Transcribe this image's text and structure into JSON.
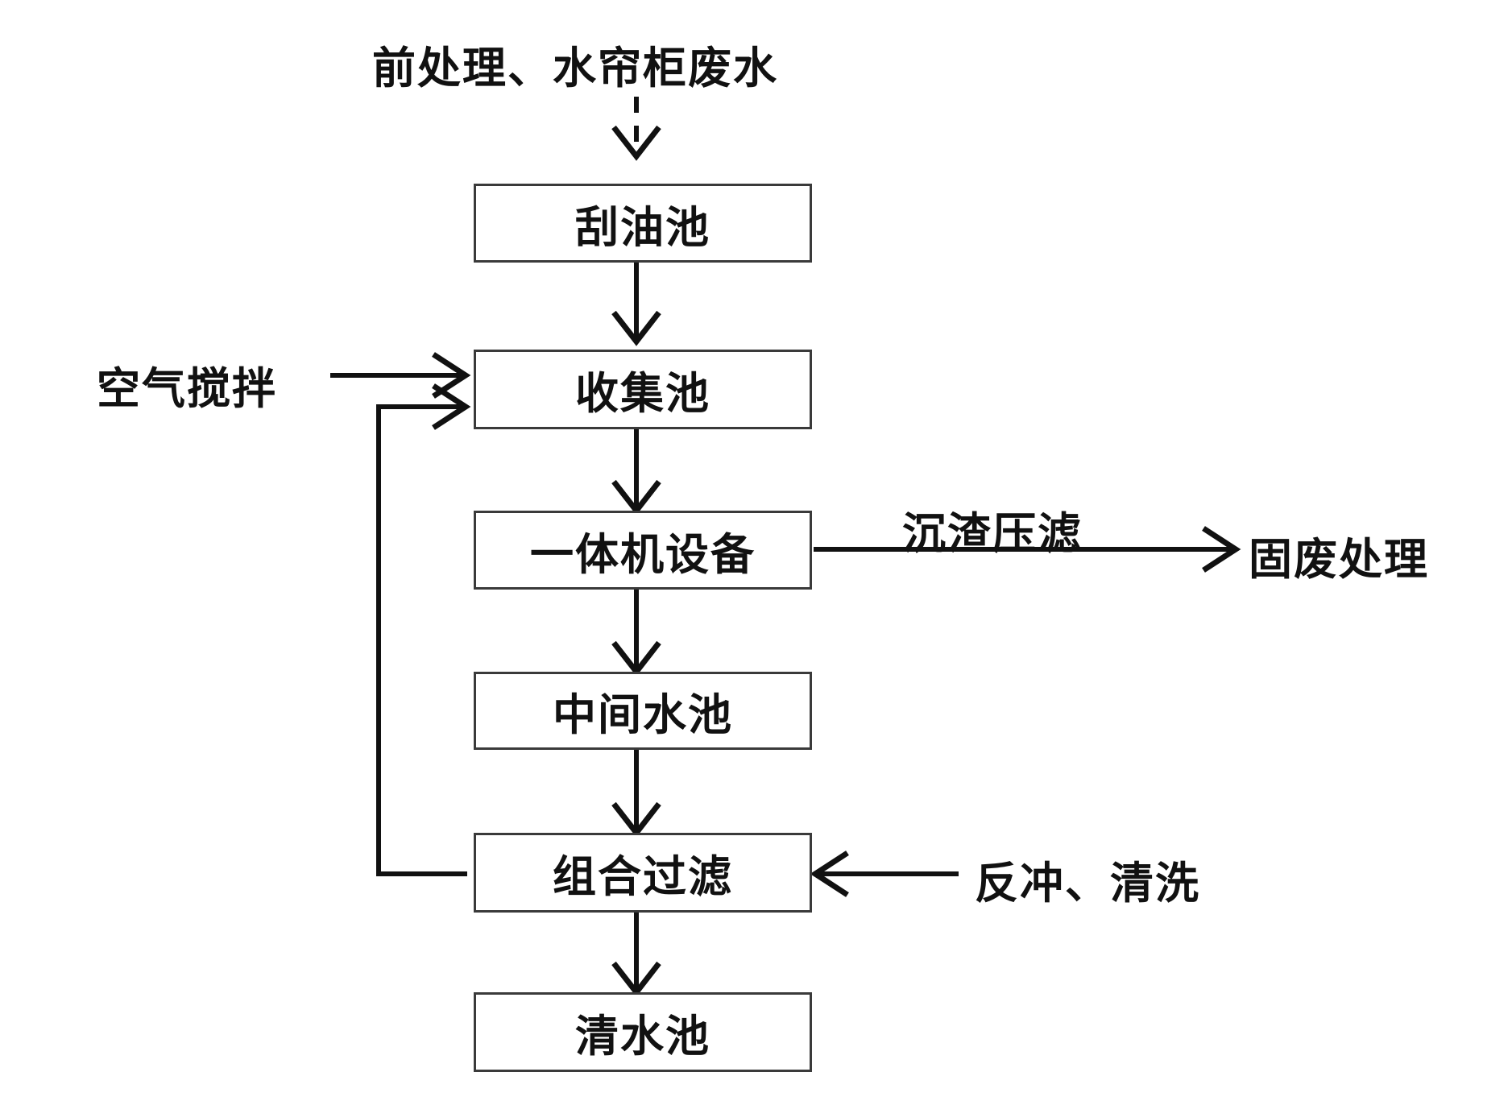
{
  "diagram": {
    "title": "前处理、水帘柜废水",
    "type": "flowchart",
    "orientation": "top-to-bottom",
    "nodes": [
      {
        "id": "scraping_tank",
        "label": "刮油池"
      },
      {
        "id": "collection_tank",
        "label": "收集池"
      },
      {
        "id": "integrated_unit",
        "label": "一体机设备"
      },
      {
        "id": "intermediate_tank",
        "label": "中间水池"
      },
      {
        "id": "combined_filter",
        "label": "组合过滤"
      },
      {
        "id": "clear_water_tank",
        "label": "清水池"
      }
    ],
    "side_labels": [
      {
        "id": "air_agitation",
        "label": "空气搅拌"
      },
      {
        "id": "sludge_pressing",
        "label": "沉渣压滤"
      },
      {
        "id": "solid_waste",
        "label": "固废处理"
      },
      {
        "id": "backwash_rinse",
        "label": "反冲、清洗"
      }
    ],
    "edges": [
      {
        "from": "前处理、水帘柜废水",
        "to": "刮油池",
        "style": "dashed"
      },
      {
        "from": "刮油池",
        "to": "收集池",
        "style": "solid"
      },
      {
        "from": "收集池",
        "to": "一体机设备",
        "style": "solid"
      },
      {
        "from": "一体机设备",
        "to": "中间水池",
        "style": "solid"
      },
      {
        "from": "中间水池",
        "to": "组合过滤",
        "style": "solid"
      },
      {
        "from": "组合过滤",
        "to": "清水池",
        "style": "solid"
      },
      {
        "from": "空气搅拌",
        "to": "收集池",
        "style": "solid"
      },
      {
        "from": "一体机设备",
        "to": "固废处理",
        "style": "solid",
        "label": "沉渣压滤"
      },
      {
        "from": "反冲、清洗",
        "to": "组合过滤",
        "style": "solid"
      },
      {
        "from": "组合过滤",
        "to": "收集池",
        "style": "solid",
        "note": "recycle"
      }
    ],
    "colors": {
      "line": "#111111",
      "node_border": "#3a3a3a",
      "node_fill": "#ffffff",
      "background": "#ffffff",
      "text": "#111111"
    }
  }
}
